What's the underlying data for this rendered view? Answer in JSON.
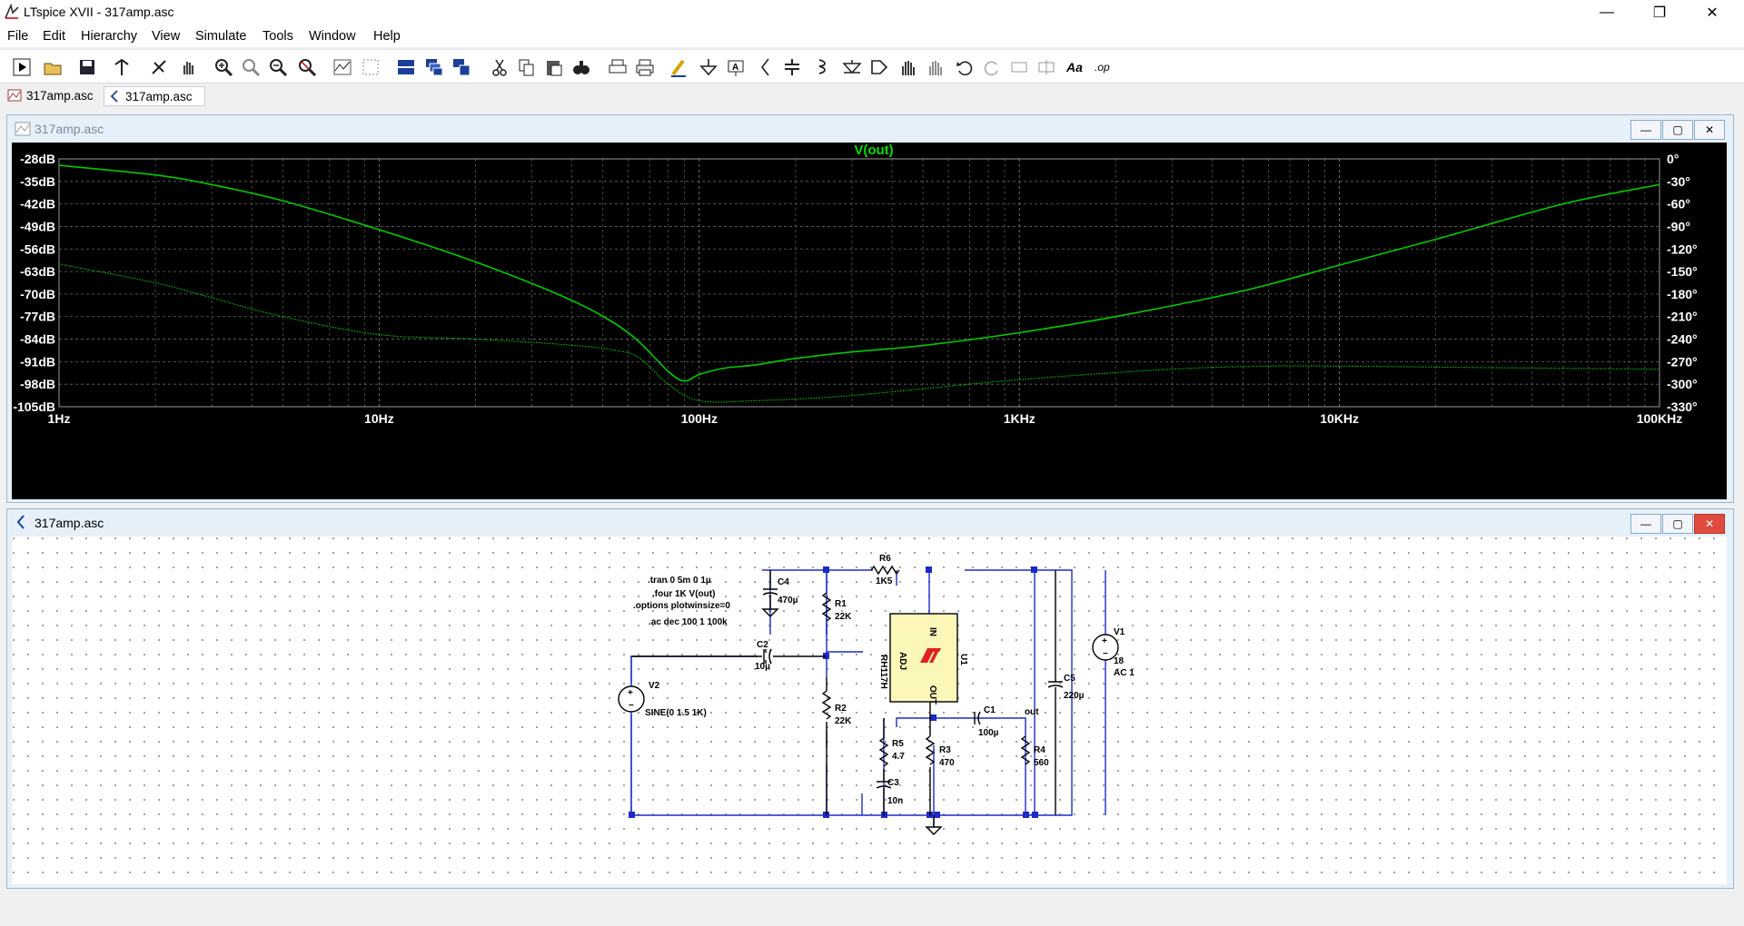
{
  "window": {
    "title": "LTspice XVII - 317amp.asc",
    "minimize": "—",
    "maximize": "❐",
    "close": "✕"
  },
  "menu": [
    "File",
    "Edit",
    "Hierarchy",
    "View",
    "Simulate",
    "Tools",
    "Window",
    "Help"
  ],
  "toolbar_icons": [
    "run-icon",
    "open-icon",
    "save-icon",
    "control-panel-icon",
    "halt-icon",
    "pan-icon",
    "zoom-in-icon",
    "zoom-rect-icon",
    "zoom-out-icon",
    "zoom-cancel-icon",
    "autorange-icon",
    "fit-icon",
    "tile-horizontal-icon",
    "cascade-icon",
    "tile-vertical-icon",
    "cut-icon",
    "copy-icon",
    "paste-icon",
    "find-icon",
    "print-icon",
    "print-setup-icon",
    "draw-wire-icon",
    "ground-icon",
    "label-net-icon",
    "resistor-icon",
    "capacitor-icon",
    "inductor-icon",
    "diode-icon",
    "component-icon",
    "move-icon",
    "drag-icon",
    "undo-icon",
    "redo-icon",
    "rotate-icon",
    "mirror-icon",
    "text-icon",
    "spice-directive-icon"
  ],
  "tabs": [
    {
      "label": "317amp.asc",
      "icon": "waveform-icon",
      "active": false
    },
    {
      "label": "317amp.asc",
      "icon": "schematic-icon",
      "active": true
    }
  ],
  "plot_window": {
    "title": "317amp.asc",
    "trace_name": "V(out)",
    "trace_color": "#00cc00",
    "left_axis": [
      "-28dB",
      "-35dB",
      "-42dB",
      "-49dB",
      "-56dB",
      "-63dB",
      "-70dB",
      "-77dB",
      "-84dB",
      "-91dB",
      "-98dB",
      "-105dB"
    ],
    "right_axis": [
      "0°",
      "-30°",
      "-60°",
      "-90°",
      "-120°",
      "-150°",
      "-180°",
      "-210°",
      "-240°",
      "-270°",
      "-300°",
      "-330°"
    ],
    "x_axis": [
      "1Hz",
      "10Hz",
      "100Hz",
      "1KHz",
      "10KHz",
      "100KHz"
    ]
  },
  "chart_data": {
    "type": "line",
    "title": "V(out)",
    "x_scale": "log",
    "xlim": [
      1,
      100000
    ],
    "ylim_left": [
      -105,
      -28
    ],
    "ylim_right": [
      -330,
      0
    ],
    "grid": true,
    "series": [
      {
        "name": "V(out)",
        "axis": "left",
        "style": "solid",
        "unit": "dB",
        "x": [
          1,
          2,
          3,
          5,
          10,
          20,
          40,
          60,
          80,
          90,
          100,
          120,
          150,
          200,
          300,
          500,
          1000,
          2000,
          5000,
          10000,
          20000,
          50000,
          100000
        ],
        "y": [
          -30,
          -33,
          -36,
          -41,
          -50,
          -60,
          -72,
          -82,
          -94,
          -97,
          -95,
          -93,
          -92,
          -90,
          -88,
          -86,
          -82,
          -77,
          -69,
          -61,
          -53,
          -42,
          -36
        ]
      },
      {
        "name": "V(out) phase",
        "axis": "right",
        "style": "dotted",
        "unit": "deg",
        "x": [
          1,
          2,
          3,
          5,
          10,
          20,
          40,
          55,
          65,
          80,
          100,
          150,
          300,
          1000,
          3000,
          6000,
          10000,
          30000,
          100000
        ],
        "y": [
          -140,
          -165,
          -185,
          -210,
          -234,
          -240,
          -248,
          -255,
          -265,
          -300,
          -322,
          -322,
          -315,
          -294,
          -280,
          -276,
          -276,
          -278,
          -280
        ]
      }
    ]
  },
  "schematic_window": {
    "title": "317amp.asc"
  },
  "schematic": {
    "directives": [
      ".tran 0 5m 0 1µ",
      ".four 1K V(out)",
      ".options plotwinsize=0",
      ".ac dec 100 1 100k"
    ],
    "components": {
      "R6": {
        "name": "R6",
        "value": "1K5"
      },
      "C4": {
        "name": "C4",
        "value": "470µ"
      },
      "R1": {
        "name": "R1",
        "value": "22K"
      },
      "C2": {
        "name": "C2",
        "value": "10µ"
      },
      "V2": {
        "name": "V2",
        "value": "SINE(0 1.5 1K)"
      },
      "R2": {
        "name": "R2",
        "value": "22K"
      },
      "U1": {
        "name": "U1",
        "part": "RH117H",
        "pin_in": "IN",
        "pin_adj": "ADJ",
        "pin_out": "OUT",
        "logo": "LT"
      },
      "C1": {
        "name": "C1",
        "value": "100µ"
      },
      "R5": {
        "name": "R5",
        "value": "4.7"
      },
      "R3": {
        "name": "R3",
        "value": "470"
      },
      "R4": {
        "name": "R4",
        "value": "560"
      },
      "C3": {
        "name": "C3",
        "value": "10n"
      },
      "C5": {
        "name": "C5",
        "value": "220µ"
      },
      "V1": {
        "name": "V1",
        "value": "18",
        "value2": "AC 1"
      }
    },
    "net_out": "out"
  }
}
